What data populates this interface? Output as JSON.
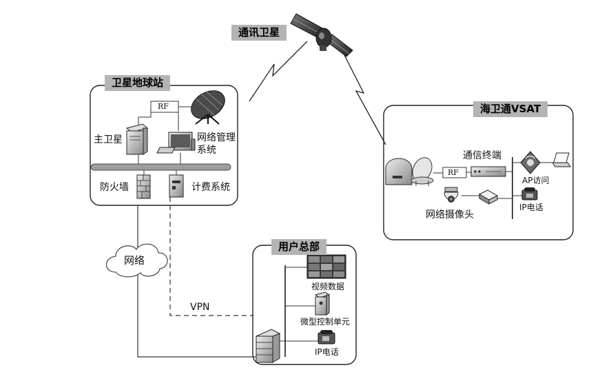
{
  "satellite": {
    "label": "通讯卫星"
  },
  "ground_station": {
    "title": "卫星地球站",
    "rf_label": "RF",
    "main_satellite": "主卫星",
    "network_mgmt_line1": "网络管理",
    "network_mgmt_line2": "系统",
    "firewall": "防火墙",
    "billing": "计费系统"
  },
  "vsat": {
    "title": "海卫通VSAT",
    "rf_label": "RF",
    "comm_terminal": "通信终端",
    "ap_access": "AP访问",
    "camera": "网络摄像头",
    "ip_phone": "IP电话"
  },
  "network": {
    "cloud_label": "网络",
    "vpn_label": "VPN"
  },
  "hq": {
    "title": "用户总部",
    "video_data": "视频数据",
    "micro_control": "微型控制单元",
    "ip_phone": "IP电话"
  }
}
